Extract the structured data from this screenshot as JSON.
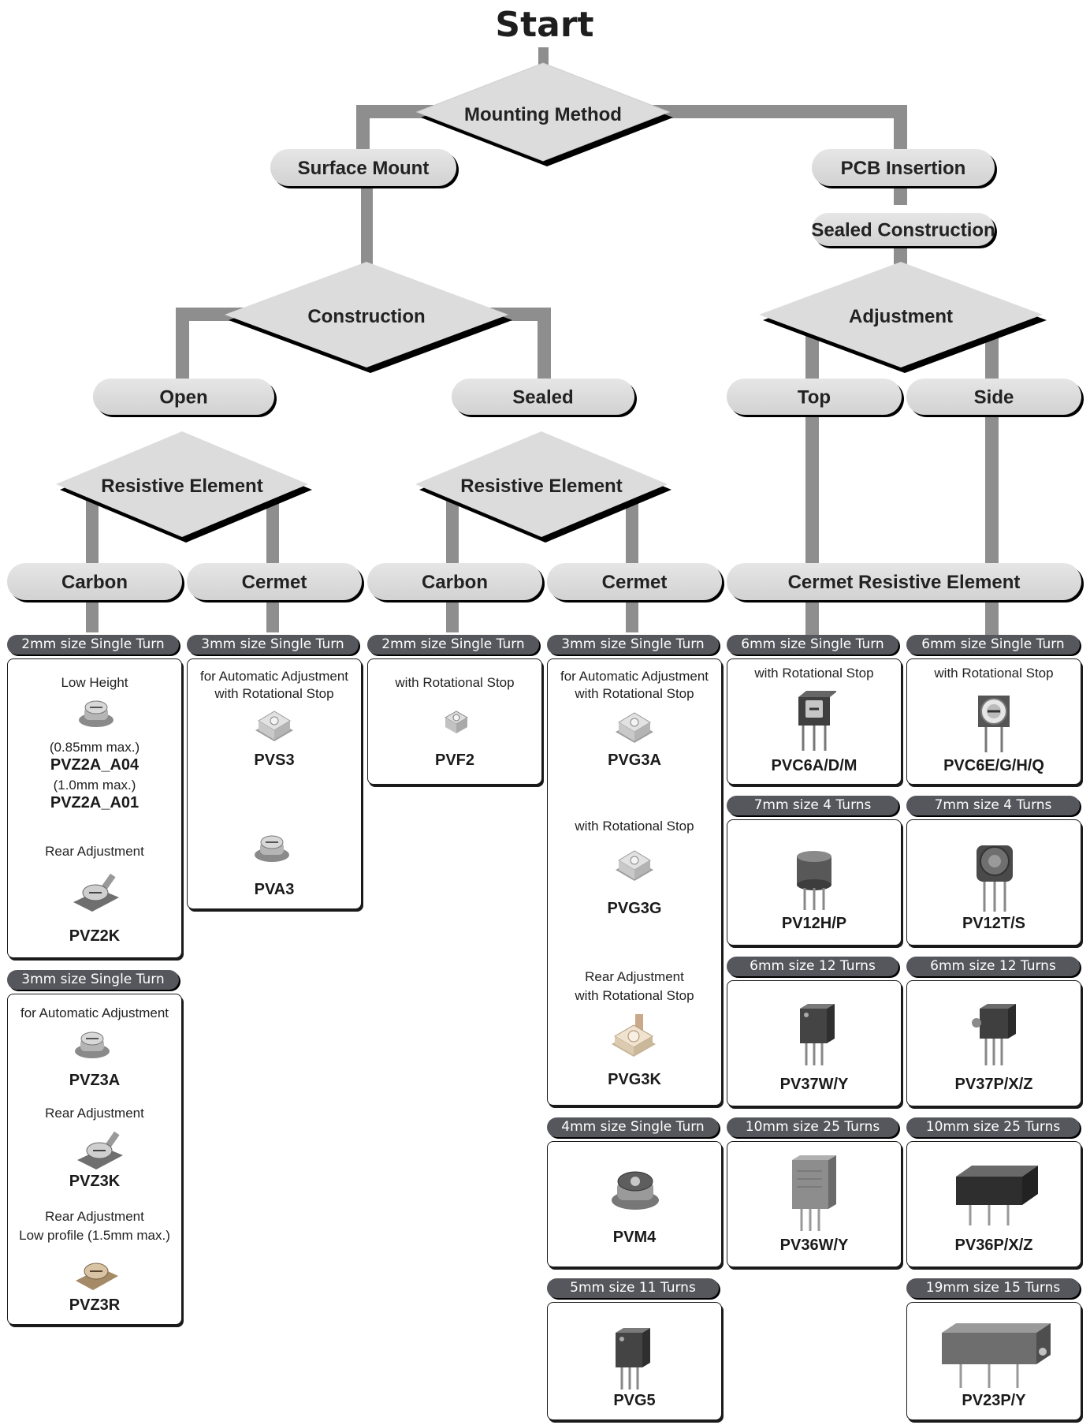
{
  "title": "Start",
  "decisions": {
    "mounting": "Mounting Method",
    "construction": "Construction",
    "res_open": "Resistive Element",
    "res_sealed": "Resistive Element",
    "adjustment": "Adjustment"
  },
  "options": {
    "surface_mount": "Surface Mount",
    "pcb_insertion": "PCB Insertion",
    "sealed_construction": "Sealed Construction",
    "open": "Open",
    "sealed": "Sealed",
    "top": "Top",
    "side": "Side",
    "open_carbon": "Carbon",
    "open_cermet": "Cermet",
    "sealed_carbon": "Carbon",
    "sealed_cermet": "Cermet",
    "cermet_resistive": "Cermet Resistive Element"
  },
  "tags": {
    "c1_a": "2mm size Single Turn",
    "c1_b": "3mm size Single Turn",
    "c2_a": "3mm size Single Turn",
    "c3_a": "2mm size Single Turn",
    "c4_a": "3mm size Single Turn",
    "c4_b": "4mm size Single Turn",
    "c4_c": "5mm size 11 Turns",
    "c5_a": "6mm size Single Turn",
    "c5_b": "7mm size 4 Turns",
    "c5_c": "6mm size 12 Turns",
    "c5_d": "10mm size 25 Turns",
    "c6_a": "6mm size Single Turn",
    "c6_b": "7mm size 4 Turns",
    "c6_c": "6mm size 12 Turns",
    "c6_d": "10mm size 25 Turns",
    "c6_e": "19mm size 15 Turns"
  },
  "products": {
    "b1": {
      "note1": "Low Height",
      "spec1": "(0.85mm max.)",
      "model1": "PVZ2A_A04",
      "spec2": "(1.0mm max.)",
      "model2": "PVZ2A_A01",
      "note2": "Rear Adjustment",
      "model3": "PVZ2K"
    },
    "b2": {
      "note1": "for Automatic Adjustment",
      "model1": "PVZ3A",
      "note2": "Rear Adjustment",
      "model2": "PVZ3K",
      "note3a": "Rear Adjustment",
      "note3b": "Low profile (1.5mm max.)",
      "model3": "PVZ3R"
    },
    "b3": {
      "note1a": "for Automatic Adjustment",
      "note1b": "with Rotational Stop",
      "model1": "PVS3",
      "model2": "PVA3"
    },
    "b4": {
      "note1": "with Rotational Stop",
      "model1": "PVF2"
    },
    "b5": {
      "note1a": "for Automatic Adjustment",
      "note1b": "with Rotational Stop",
      "model1": "PVG3A",
      "note2": "with Rotational Stop",
      "model2": "PVG3G",
      "note3a": "Rear Adjustment",
      "note3b": "with Rotational Stop",
      "model3": "PVG3K"
    },
    "b6": {
      "model1": "PVM4"
    },
    "b7": {
      "model1": "PVG5"
    },
    "b8": {
      "note1": "with Rotational Stop",
      "model1": "PVC6A/D/M"
    },
    "b9": {
      "model1": "PV12H/P"
    },
    "b10": {
      "model1": "PV37W/Y"
    },
    "b11": {
      "model1": "PV36W/Y"
    },
    "b12": {
      "note1": "with Rotational Stop",
      "model1": "PVC6E/G/H/Q"
    },
    "b13": {
      "model1": "PV12T/S"
    },
    "b14": {
      "model1": "PV37P/X/Z"
    },
    "b15": {
      "model1": "PV36P/X/Z"
    },
    "b16": {
      "model1": "PV23P/Y"
    }
  },
  "icons": {
    "smd_small": "smd-trimmer-icon",
    "smd_rear": "rear-adjust-trimmer-icon",
    "sealed_smd": "sealed-smd-trimmer-icon",
    "top_adjust": "top-adjust-trimmer-icon",
    "side_adjust": "side-adjust-trimmer-icon",
    "round": "round-multiturn-trimmer-icon",
    "square": "square-multiturn-trimmer-icon",
    "rect": "rectangular-trimmer-icon"
  }
}
